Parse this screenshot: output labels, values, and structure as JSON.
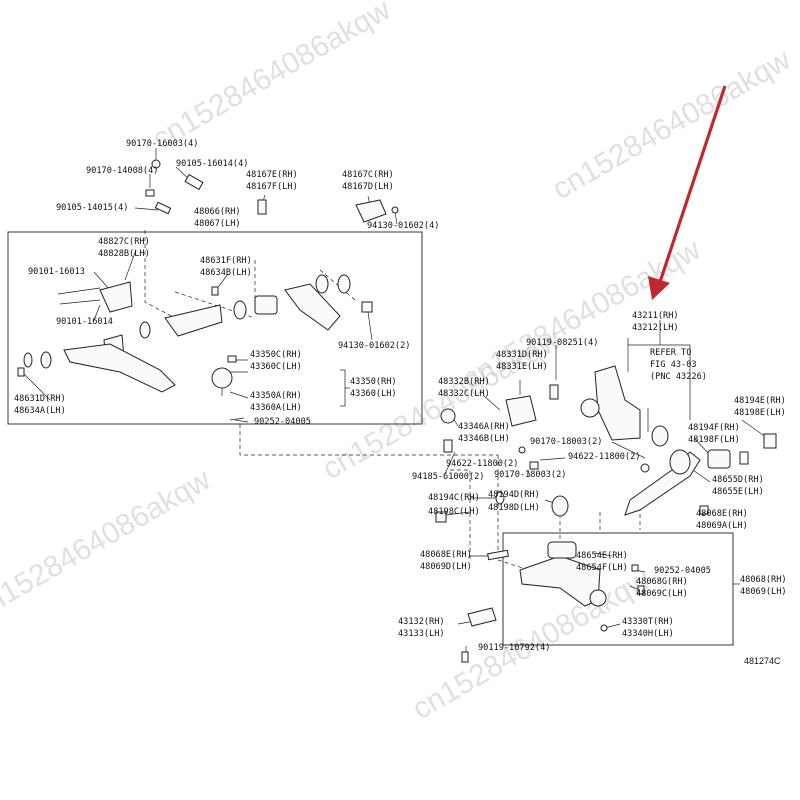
{
  "diagram_code": "481274C",
  "refer_note": [
    "REFER TO",
    "FIG 43-03",
    "(PNC 43226)"
  ],
  "watermark": "cn1528464086akqw",
  "arrow_color": "#c0282d",
  "line_color": "#222222",
  "labels": {
    "l_90170_16003": "90170-16003(4)",
    "l_90105_16014": "90105-16014(4)",
    "l_90170_14008": "90170-14008(4)",
    "l_90105_14015": "90105-14015(4)",
    "l_48167e": "48167E(RH)",
    "l_48167f": "48167F(LH)",
    "l_48167c": "48167C(RH)",
    "l_48167d": "48167D(LH)",
    "l_94130_01602_a": "94130-01602(4)",
    "l_48066": "48066(RH)",
    "l_48067": "48067(LH)",
    "l_48827c": "48827C(RH)",
    "l_48828b": "48828B(LH)",
    "l_48631f": "48631F(RH)",
    "l_48634b": "48634B(LH)",
    "l_90101_16013": "90101-16013",
    "l_90101_16014": "90101-16014",
    "l_94130_01602_b": "94130-01602(2)",
    "l_43350c": "43350C(RH)",
    "l_43360c": "43360C(LH)",
    "l_43350": "43350(RH)",
    "l_43360": "43360(LH)",
    "l_43350a": "43350A(RH)",
    "l_43360a": "43360A(LH)",
    "l_90252_04005_a": "90252-04005",
    "l_48631d": "48631D(RH)",
    "l_48634a": "48634A(LH)",
    "l_43211": "43211(RH)",
    "l_43212": "43212(LH)",
    "l_90119_08251": "90119-08251(4)",
    "l_48331d": "48331D(RH)",
    "l_48331e": "48331E(LH)",
    "l_48332b": "48332B(RH)",
    "l_48332c": "48332C(LH)",
    "l_43346a": "43346A(RH)",
    "l_43346b": "43346B(LH)",
    "l_48194e": "48194E(RH)",
    "l_48198e": "48198E(LH)",
    "l_48194f": "48194F(RH)",
    "l_48198f": "48198F(LH)",
    "l_90170_18003_a": "90170-18003(2)",
    "l_94622_11800_a": "94622-11800(2)",
    "l_94622_11800_b": "94622-11800(2)",
    "l_90170_18003_b": "90170-18003(2)",
    "l_94185_61000": "94185-61000(2)",
    "l_48655d": "48655D(RH)",
    "l_48655e": "48655E(LH)",
    "l_48194c": "48194C(RH)",
    "l_48198c": "48198C(LH)",
    "l_48194d": "48194D(RH)",
    "l_48198d": "48198D(LH)",
    "l_48068e_a": "48068E(RH)",
    "l_48069a_a": "48069A(LH)",
    "l_48068e_b": "48068E(RH)",
    "l_48069d": "48069D(LH)",
    "l_48654e": "48654E(RH)",
    "l_48654f": "48654F(LH)",
    "l_90252_04005_b": "90252-04005",
    "l_48068g": "48068G(RH)",
    "l_48069c": "48069C(LH)",
    "l_48068": "48068(RH)",
    "l_48069": "48069(LH)",
    "l_43132": "43132(RH)",
    "l_43133": "43133(LH)",
    "l_43330t": "43330T(RH)",
    "l_43340h": "43340H(LH)",
    "l_90119_10792": "90119-10792(4)"
  }
}
